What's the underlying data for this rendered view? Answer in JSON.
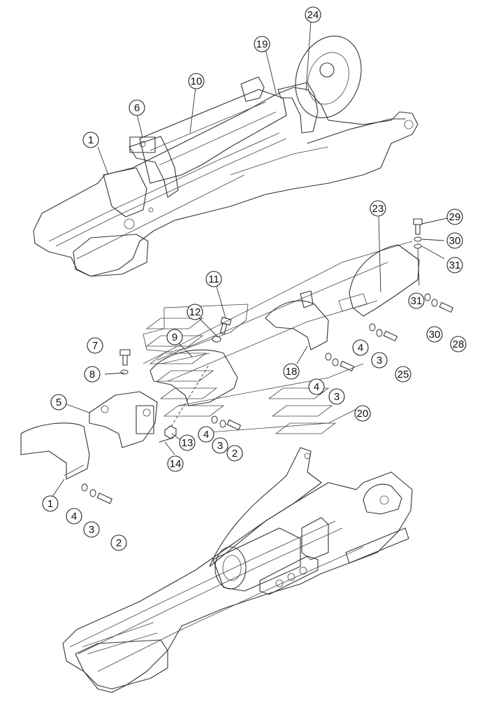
{
  "callouts": [
    {
      "id": "c24",
      "label": "24"
    },
    {
      "id": "c19",
      "label": "19"
    },
    {
      "id": "c10",
      "label": "10"
    },
    {
      "id": "c6",
      "label": "6"
    },
    {
      "id": "c1a",
      "label": "1"
    },
    {
      "id": "c23",
      "label": "23"
    },
    {
      "id": "c29",
      "label": "29"
    },
    {
      "id": "c30a",
      "label": "30"
    },
    {
      "id": "c31a",
      "label": "31"
    },
    {
      "id": "c11",
      "label": "11"
    },
    {
      "id": "c12",
      "label": "12"
    },
    {
      "id": "c9",
      "label": "9"
    },
    {
      "id": "c7",
      "label": "7"
    },
    {
      "id": "c8",
      "label": "8"
    },
    {
      "id": "c5",
      "label": "5"
    },
    {
      "id": "c18",
      "label": "18"
    },
    {
      "id": "c4a",
      "label": "4"
    },
    {
      "id": "c3a",
      "label": "3"
    },
    {
      "id": "c25",
      "label": "25"
    },
    {
      "id": "c31b",
      "label": "31"
    },
    {
      "id": "c30b",
      "label": "30"
    },
    {
      "id": "c28",
      "label": "28"
    },
    {
      "id": "c4b",
      "label": "4"
    },
    {
      "id": "c3b",
      "label": "3"
    },
    {
      "id": "c20",
      "label": "20"
    },
    {
      "id": "c4c",
      "label": "4"
    },
    {
      "id": "c3c",
      "label": "3"
    },
    {
      "id": "c2a",
      "label": "2"
    },
    {
      "id": "c13",
      "label": "13"
    },
    {
      "id": "c14",
      "label": "14"
    },
    {
      "id": "c1b",
      "label": "1"
    },
    {
      "id": "c4d",
      "label": "4"
    },
    {
      "id": "c3d",
      "label": "3"
    },
    {
      "id": "c2b",
      "label": "2"
    }
  ]
}
